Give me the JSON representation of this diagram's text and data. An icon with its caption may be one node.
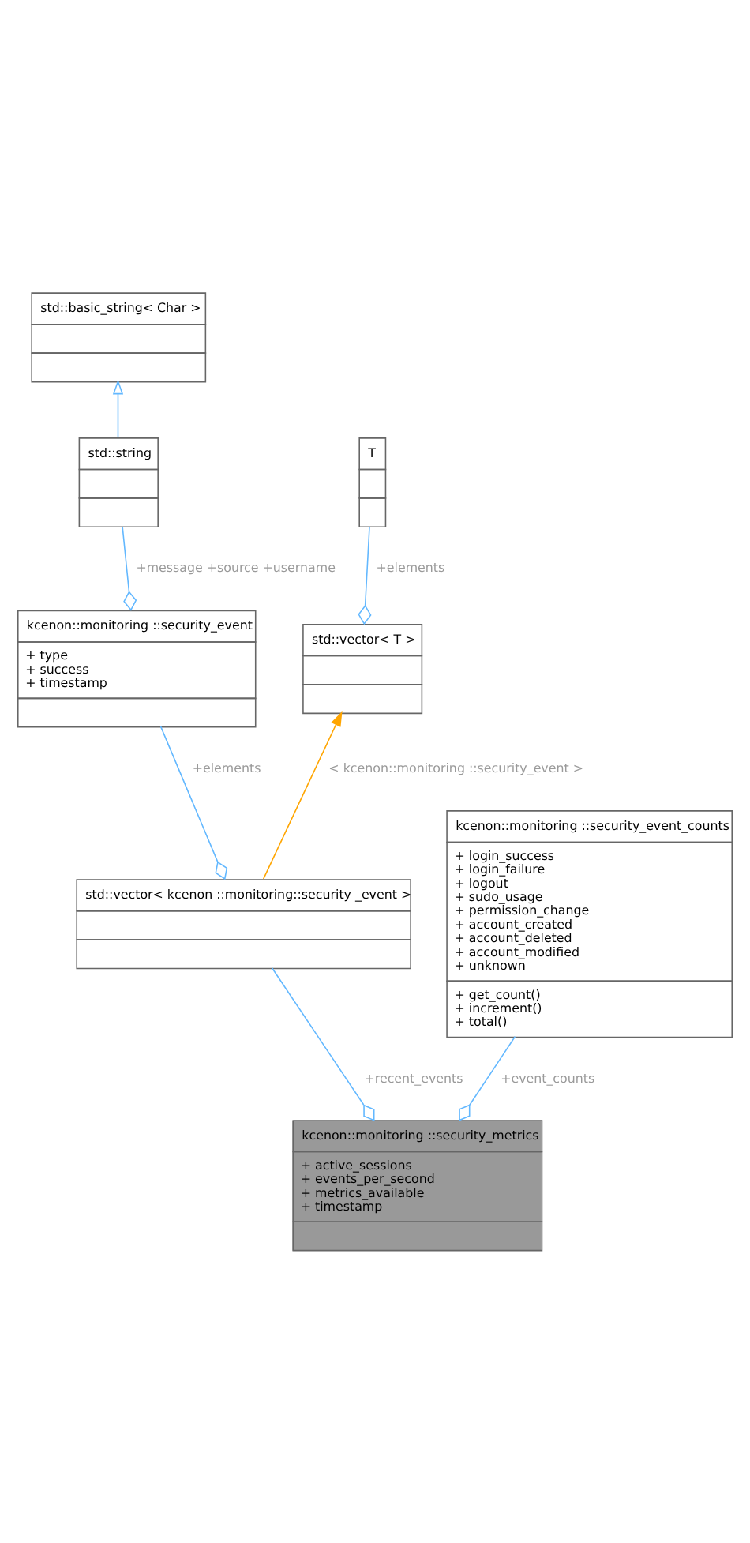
{
  "diagram": {
    "nodes": [
      {
        "text": [
          "std::basic_string< Char >"
        ]
      },
      {
        "text": [
          "std::string"
        ]
      },
      {
        "text": [
          "T"
        ]
      },
      {
        "text": [
          "kcenon::monitoring ::security_event",
          "+ type",
          "+ success",
          "+ timestamp"
        ]
      },
      {
        "text": [
          "std::vector< T >"
        ]
      },
      {
        "text": [
          "kcenon::monitoring ::security_event_counts",
          "+ login_success",
          "+ login_failure",
          "+ logout",
          "+ sudo_usage",
          "+ permission_change",
          "+ account_created",
          "+ account_deleted",
          "+ account_modified",
          "+ unknown",
          "+ get_count()",
          "+ increment()",
          "+ total()"
        ]
      },
      {
        "text": [
          "std::vector< kcenon ::monitoring::security _event >"
        ]
      },
      {
        "text": [
          "kcenon::monitoring ::security_metrics",
          "+ active_sessions",
          "+ events_per_second",
          "+ metrics_available",
          "+ timestamp"
        ]
      }
    ],
    "edges": [
      {
        "from": 1,
        "to": 0,
        "arrow": "to"
      },
      {
        "from": 1,
        "to": 3,
        "arrow": "other",
        "label": "+message +source +username"
      },
      {
        "from": 2,
        "to": 4,
        "arrow": "other",
        "label": "+elements"
      },
      {
        "from": 3,
        "to": 6,
        "arrow": "other",
        "label": "+elements"
      },
      {
        "from": 6,
        "to": 4,
        "arrow": "to",
        "color": "#ffa500",
        "label": "< kcenon::monitoring ::security_event >"
      },
      {
        "from": 5,
        "to": 7,
        "arrow": "other",
        "label": "+event_counts"
      },
      {
        "from": 6,
        "to": 7,
        "arrow": "other",
        "label": "+recent_events"
      }
    ]
  }
}
